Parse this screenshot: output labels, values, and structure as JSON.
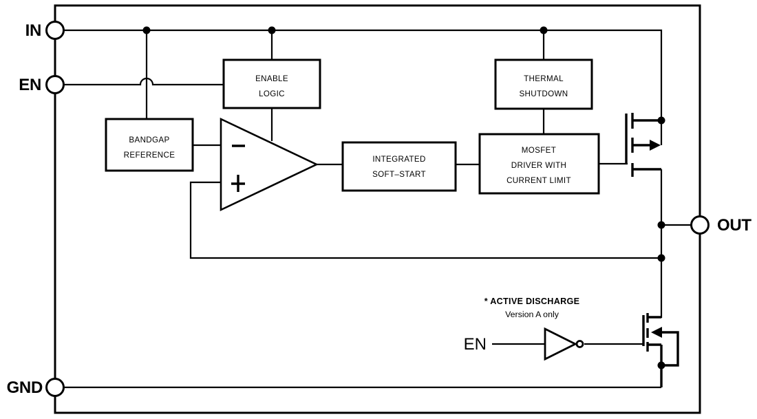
{
  "diagram": {
    "pins": {
      "in": "IN",
      "en": "EN",
      "gnd": "GND",
      "out": "OUT"
    },
    "blocks": {
      "bandgap_reference": {
        "lines": [
          "BANDGAP",
          "REFERENCE"
        ]
      },
      "enable_logic": {
        "lines": [
          "ENABLE",
          "LOGIC"
        ]
      },
      "thermal_shutdown": {
        "lines": [
          "THERMAL",
          "SHUTDOWN"
        ]
      },
      "integrated_soft_start": {
        "lines": [
          "INTEGRATED",
          "SOFT–START"
        ]
      },
      "mosfet_driver": {
        "lines": [
          "MOSFET",
          "DRIVER WITH",
          "CURRENT LIMIT"
        ]
      }
    },
    "error_amplifier": {
      "inverting_symbol": "−",
      "noninverting_symbol": "+"
    },
    "active_discharge_note": {
      "title": "* ACTIVE DISCHARGE",
      "subtitle": "Version A only",
      "en_label": "EN"
    },
    "colors": {
      "line": "#000000",
      "background": "#ffffff"
    }
  }
}
